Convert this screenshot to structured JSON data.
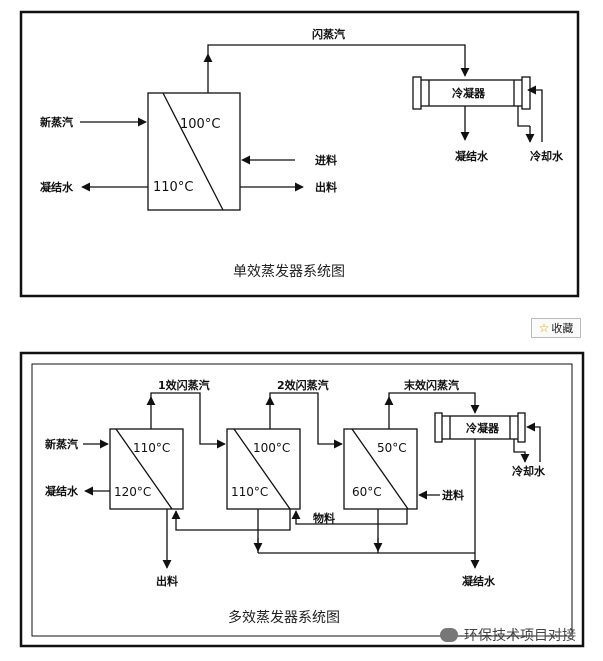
{
  "diagram1": {
    "flash_steam": "闪蒸汽",
    "fresh_steam": "新蒸汽",
    "condensate": "凝结水",
    "temp_top": "100°C",
    "temp_bottom": "110°C",
    "feed_in": "进料",
    "discharge": "出料",
    "condenser": "冷凝器",
    "condenser_out": "凝结水",
    "cooling_water": "冷却水",
    "caption": "单效蒸发器系统图"
  },
  "favorite_button": {
    "icon": "star-icon",
    "label": "收藏"
  },
  "diagram2": {
    "stage1_flash": "1效闪蒸汽",
    "stage2_flash": "2效闪蒸汽",
    "last_flash": "末效闪蒸汽",
    "fresh_steam": "新蒸汽",
    "condensate": "凝结水",
    "e1_top": "110°C",
    "e1_bottom": "120°C",
    "e2_top": "100°C",
    "e2_bottom": "110°C",
    "e3_top": "50°C",
    "e3_bottom": "60°C",
    "feed_in": "进料",
    "transfer": "物料",
    "discharge": "出料",
    "condenser": "冷凝器",
    "cooling_water": "冷却水",
    "condenser_out": "凝结水",
    "caption": "多效蒸发器系统图"
  },
  "watermark": {
    "text": "环保技术项目对接"
  }
}
